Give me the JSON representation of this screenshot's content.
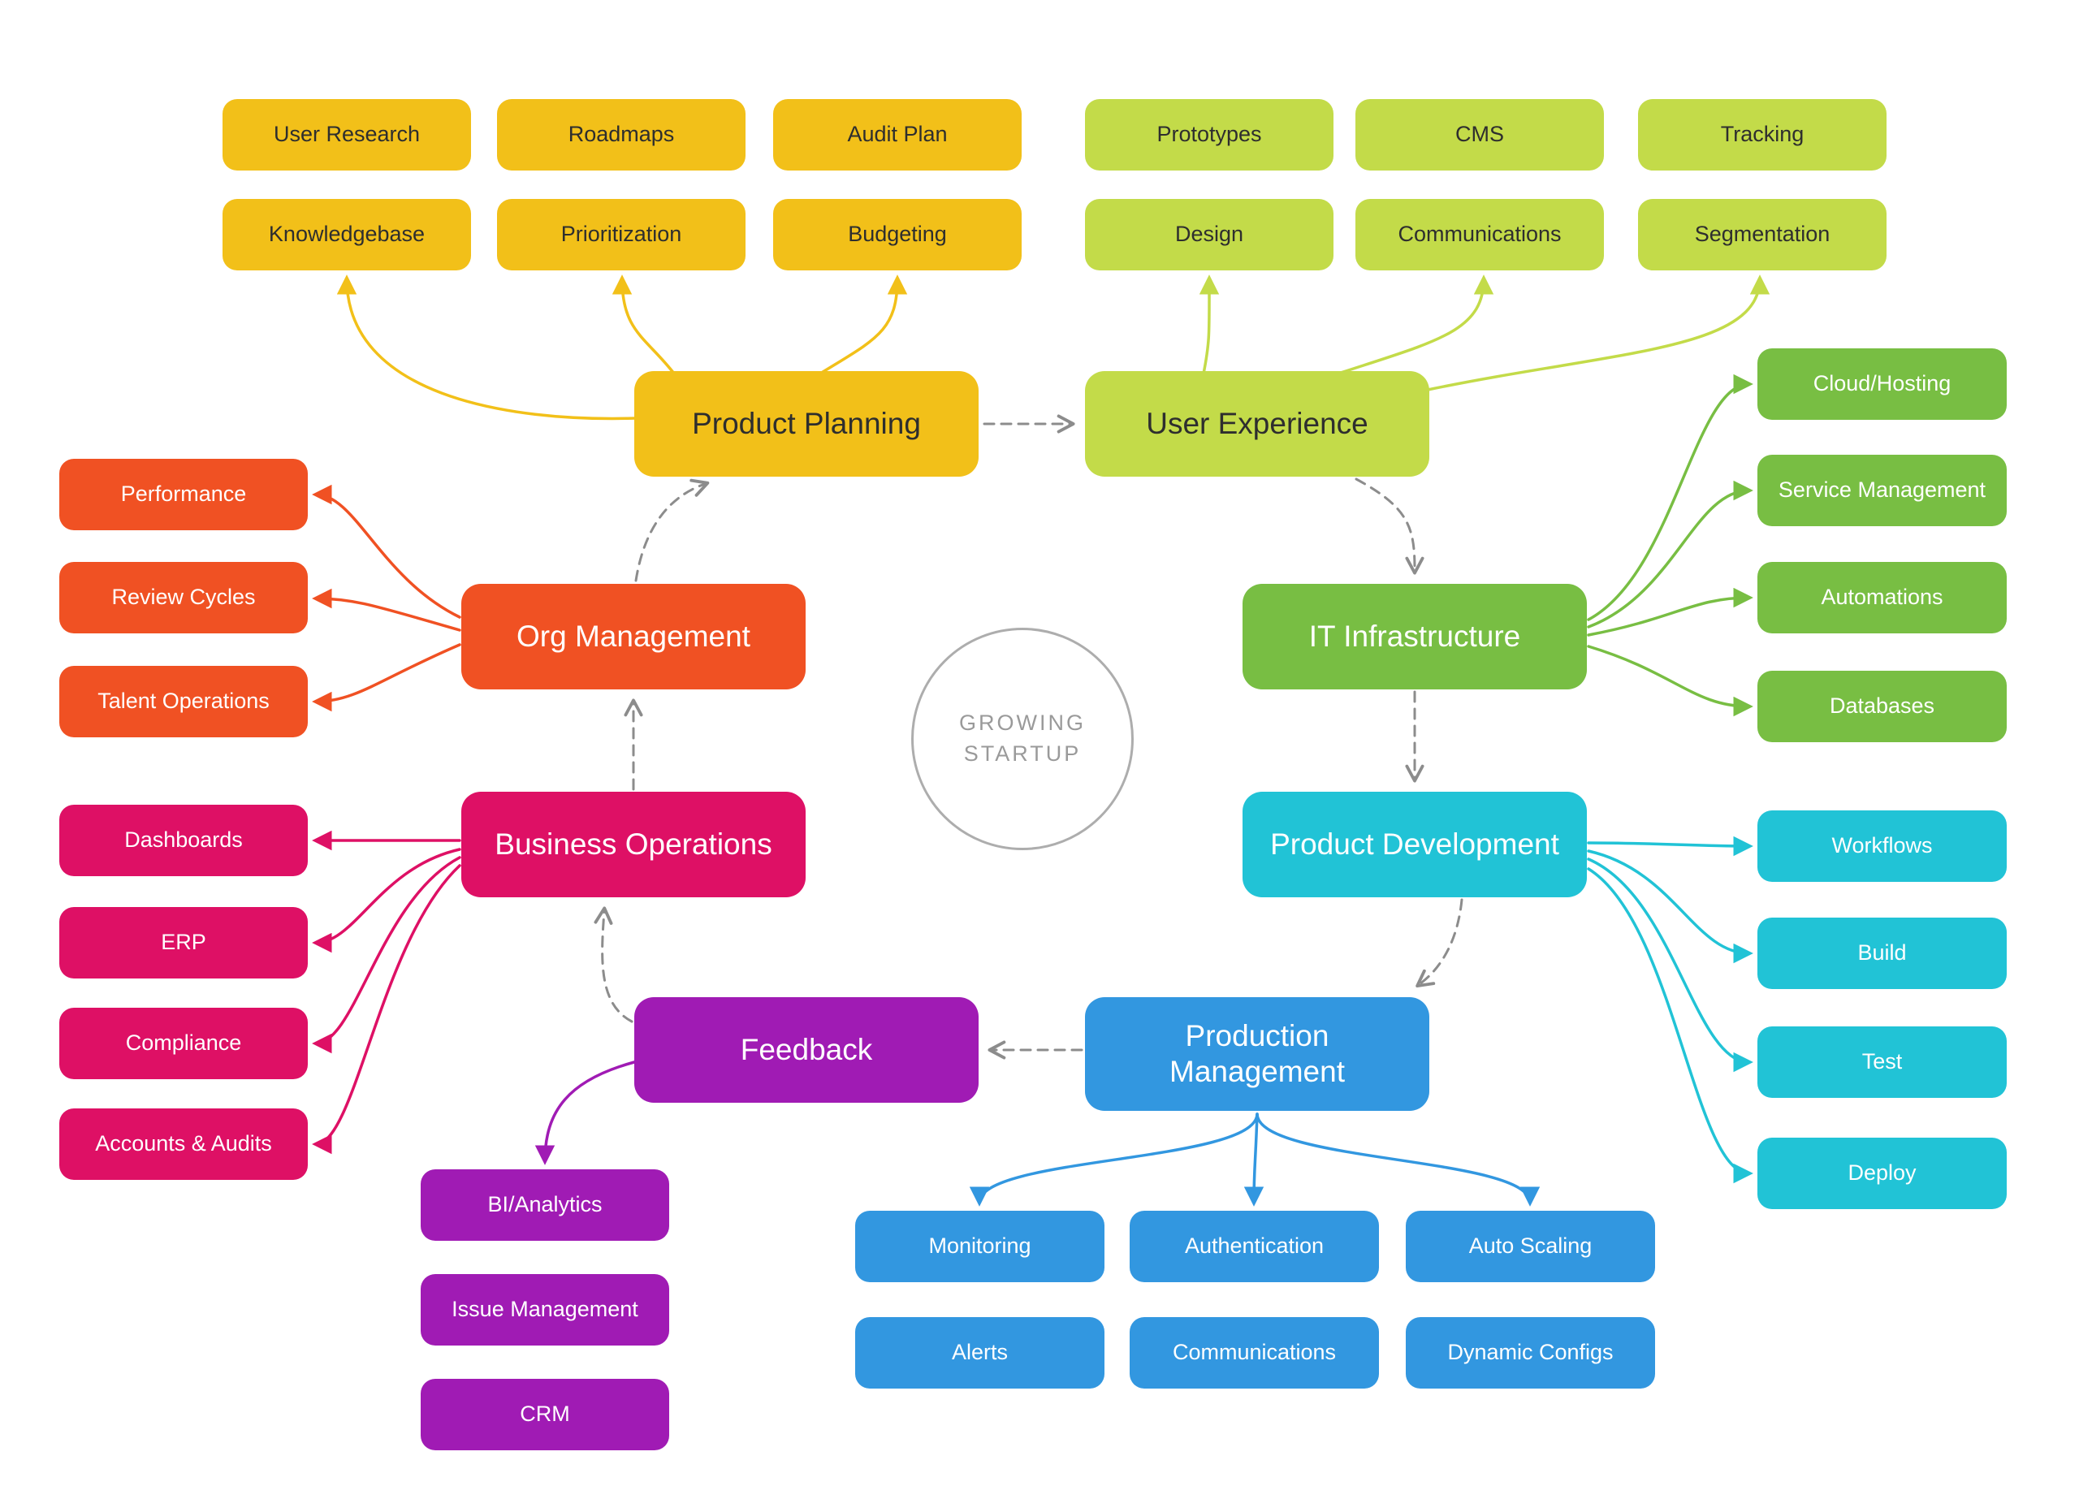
{
  "center": {
    "line1": "GROWING",
    "line2": "STARTUP"
  },
  "flow": {
    "color": "#8C8C8C"
  },
  "groups": {
    "planning": {
      "color": "#F2C019",
      "text_color": "#2E2E2E"
    },
    "ux": {
      "color": "#C3DB49",
      "text_color": "#2E2E2E"
    },
    "it": {
      "color": "#78BE43",
      "text_color": "#FFFFFF"
    },
    "dev": {
      "color": "#21C3D6",
      "text_color": "#FFFFFF"
    },
    "prod": {
      "color": "#3297E0",
      "text_color": "#FFFFFF"
    },
    "feedback": {
      "color": "#A01BB4",
      "text_color": "#FFFFFF"
    },
    "bizops": {
      "color": "#DE1065",
      "text_color": "#FFFFFF"
    },
    "org": {
      "color": "#F05123",
      "text_color": "#FFFFFF"
    }
  },
  "nodes": [
    {
      "id": "product-planning",
      "label": "Product Planning",
      "group": "planning",
      "kind": "main"
    },
    {
      "id": "user-experience",
      "label": "User Experience",
      "group": "ux",
      "kind": "main"
    },
    {
      "id": "org-management",
      "label": "Org Management",
      "group": "org",
      "kind": "main"
    },
    {
      "id": "it-infrastructure",
      "label": "IT Infrastructure",
      "group": "it",
      "kind": "main"
    },
    {
      "id": "business-operations",
      "label": "Business Operations",
      "group": "bizops",
      "kind": "main"
    },
    {
      "id": "product-development",
      "label": "Product Development",
      "group": "dev",
      "kind": "main"
    },
    {
      "id": "feedback",
      "label": "Feedback",
      "group": "feedback",
      "kind": "main"
    },
    {
      "id": "production-management",
      "label": "Production Management",
      "group": "prod",
      "kind": "main"
    },
    {
      "id": "user-research",
      "label": "User Research",
      "group": "planning",
      "kind": "child"
    },
    {
      "id": "roadmaps",
      "label": "Roadmaps",
      "group": "planning",
      "kind": "child"
    },
    {
      "id": "audit-plan",
      "label": "Audit Plan",
      "group": "planning",
      "kind": "child"
    },
    {
      "id": "knowledgebase",
      "label": "Knowledgebase",
      "group": "planning",
      "kind": "child"
    },
    {
      "id": "prioritization",
      "label": "Prioritization",
      "group": "planning",
      "kind": "child"
    },
    {
      "id": "budgeting",
      "label": "Budgeting",
      "group": "planning",
      "kind": "child"
    },
    {
      "id": "prototypes",
      "label": "Prototypes",
      "group": "ux",
      "kind": "child"
    },
    {
      "id": "cms",
      "label": "CMS",
      "group": "ux",
      "kind": "child"
    },
    {
      "id": "tracking",
      "label": "Tracking",
      "group": "ux",
      "kind": "child"
    },
    {
      "id": "design",
      "label": "Design",
      "group": "ux",
      "kind": "child"
    },
    {
      "id": "communications-ux",
      "label": "Communications",
      "group": "ux",
      "kind": "child"
    },
    {
      "id": "segmentation",
      "label": "Segmentation",
      "group": "ux",
      "kind": "child"
    },
    {
      "id": "cloud-hosting",
      "label": "Cloud/Hosting",
      "group": "it",
      "kind": "child"
    },
    {
      "id": "service-management",
      "label": "Service Management",
      "group": "it",
      "kind": "child"
    },
    {
      "id": "automations",
      "label": "Automations",
      "group": "it",
      "kind": "child"
    },
    {
      "id": "databases",
      "label": "Databases",
      "group": "it",
      "kind": "child"
    },
    {
      "id": "workflows",
      "label": "Workflows",
      "group": "dev",
      "kind": "child"
    },
    {
      "id": "build",
      "label": "Build",
      "group": "dev",
      "kind": "child"
    },
    {
      "id": "test",
      "label": "Test",
      "group": "dev",
      "kind": "child"
    },
    {
      "id": "deploy",
      "label": "Deploy",
      "group": "dev",
      "kind": "child"
    },
    {
      "id": "performance",
      "label": "Performance",
      "group": "org",
      "kind": "child"
    },
    {
      "id": "review-cycles",
      "label": "Review Cycles",
      "group": "org",
      "kind": "child"
    },
    {
      "id": "talent-operations",
      "label": "Talent Operations",
      "group": "org",
      "kind": "child"
    },
    {
      "id": "dashboards",
      "label": "Dashboards",
      "group": "bizops",
      "kind": "child"
    },
    {
      "id": "erp",
      "label": "ERP",
      "group": "bizops",
      "kind": "child"
    },
    {
      "id": "compliance",
      "label": "Compliance",
      "group": "bizops",
      "kind": "child"
    },
    {
      "id": "accounts-audits",
      "label": "Accounts & Audits",
      "group": "bizops",
      "kind": "child"
    },
    {
      "id": "bi-analytics",
      "label": "BI/Analytics",
      "group": "feedback",
      "kind": "child"
    },
    {
      "id": "issue-management",
      "label": "Issue Management",
      "group": "feedback",
      "kind": "child"
    },
    {
      "id": "crm",
      "label": "CRM",
      "group": "feedback",
      "kind": "child"
    },
    {
      "id": "monitoring",
      "label": "Monitoring",
      "group": "prod",
      "kind": "child"
    },
    {
      "id": "authentication",
      "label": "Authentication",
      "group": "prod",
      "kind": "child"
    },
    {
      "id": "auto-scaling",
      "label": "Auto Scaling",
      "group": "prod",
      "kind": "child"
    },
    {
      "id": "alerts",
      "label": "Alerts",
      "group": "prod",
      "kind": "child"
    },
    {
      "id": "communications-prod",
      "label": "Communications",
      "group": "prod",
      "kind": "child"
    },
    {
      "id": "dynamic-configs",
      "label": "Dynamic Configs",
      "group": "prod",
      "kind": "child"
    }
  ],
  "edges": [
    {
      "from": "product-planning",
      "to": "user-experience",
      "style": "dashed"
    },
    {
      "from": "user-experience",
      "to": "it-infrastructure",
      "style": "dashed"
    },
    {
      "from": "it-infrastructure",
      "to": "product-development",
      "style": "dashed"
    },
    {
      "from": "product-development",
      "to": "production-management",
      "style": "dashed"
    },
    {
      "from": "production-management",
      "to": "feedback",
      "style": "dashed"
    },
    {
      "from": "feedback",
      "to": "business-operations",
      "style": "dashed"
    },
    {
      "from": "business-operations",
      "to": "org-management",
      "style": "dashed"
    },
    {
      "from": "org-management",
      "to": "product-planning",
      "style": "dashed"
    },
    {
      "from": "product-planning",
      "to": "knowledgebase",
      "style": "solid"
    },
    {
      "from": "product-planning",
      "to": "prioritization",
      "style": "solid"
    },
    {
      "from": "product-planning",
      "to": "budgeting",
      "style": "solid"
    },
    {
      "from": "user-experience",
      "to": "design",
      "style": "solid"
    },
    {
      "from": "user-experience",
      "to": "communications-ux",
      "style": "solid"
    },
    {
      "from": "user-experience",
      "to": "segmentation",
      "style": "solid"
    },
    {
      "from": "it-infrastructure",
      "to": "cloud-hosting",
      "style": "solid"
    },
    {
      "from": "it-infrastructure",
      "to": "service-management",
      "style": "solid"
    },
    {
      "from": "it-infrastructure",
      "to": "automations",
      "style": "solid"
    },
    {
      "from": "it-infrastructure",
      "to": "databases",
      "style": "solid"
    },
    {
      "from": "product-development",
      "to": "workflows",
      "style": "solid"
    },
    {
      "from": "product-development",
      "to": "build",
      "style": "solid"
    },
    {
      "from": "product-development",
      "to": "test",
      "style": "solid"
    },
    {
      "from": "product-development",
      "to": "deploy",
      "style": "solid"
    },
    {
      "from": "org-management",
      "to": "performance",
      "style": "solid"
    },
    {
      "from": "org-management",
      "to": "review-cycles",
      "style": "solid"
    },
    {
      "from": "org-management",
      "to": "talent-operations",
      "style": "solid"
    },
    {
      "from": "business-operations",
      "to": "dashboards",
      "style": "solid"
    },
    {
      "from": "business-operations",
      "to": "erp",
      "style": "solid"
    },
    {
      "from": "business-operations",
      "to": "compliance",
      "style": "solid"
    },
    {
      "from": "business-operations",
      "to": "accounts-audits",
      "style": "solid"
    },
    {
      "from": "feedback",
      "to": "bi-analytics",
      "style": "solid"
    },
    {
      "from": "production-management",
      "to": "monitoring",
      "style": "solid"
    },
    {
      "from": "production-management",
      "to": "authentication",
      "style": "solid"
    },
    {
      "from": "production-management",
      "to": "auto-scaling",
      "style": "solid"
    }
  ]
}
